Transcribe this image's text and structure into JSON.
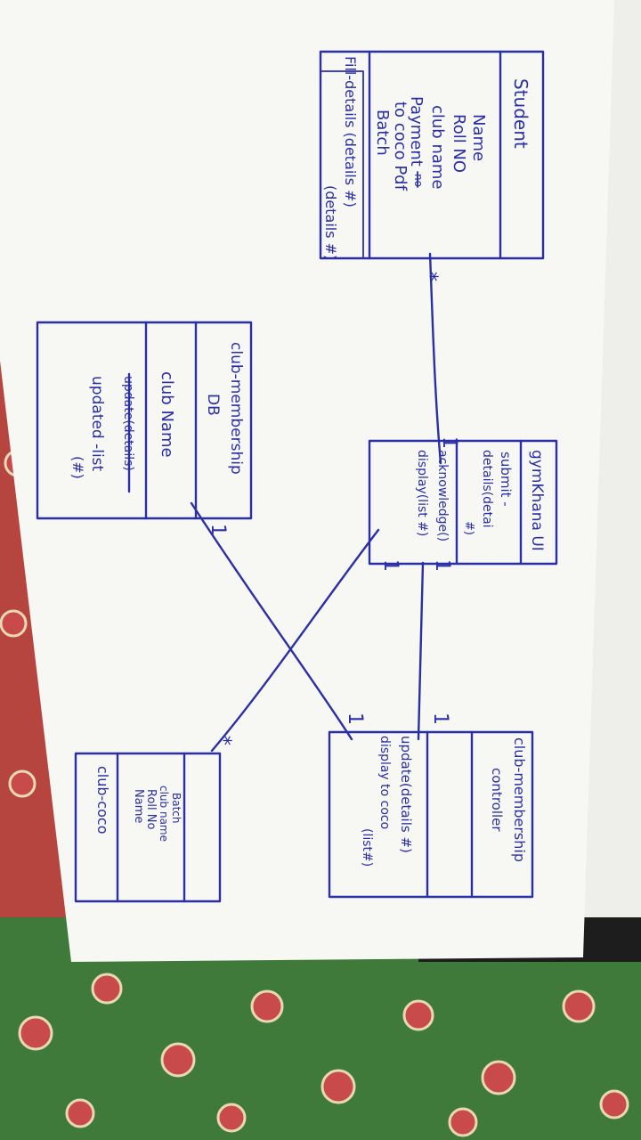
{
  "palette": {
    "ink": "#2a2fa6",
    "paper": "#f7f7f4",
    "carpet_red": "#b7453f",
    "carpet_green": "#3f7a3b",
    "carpet_cream": "#e8d9b5"
  },
  "classes": {
    "student": {
      "name": "Student",
      "attributes": [
        "Name",
        "Roll NO",
        "club name",
        "Payment ",
        "to coco Pdf",
        "Batch"
      ],
      "strike_attr": "no",
      "operation": "Fill-details (details #)"
    },
    "gymkhana_ui": {
      "name": "gymKhana UI",
      "operations": [
        "submit -",
        "details(detai",
        "#)",
        "acknowledge()",
        "display(list #)"
      ]
    },
    "club_membership_db": {
      "name": "club-membership",
      "name_line2": "DB",
      "attributes": [
        "club Name"
      ],
      "struck_operation": "update(details)",
      "operations": [
        "updated -list",
        "(#)"
      ]
    },
    "club_membership_controller": {
      "name": "club-membership",
      "name_line2": "controller",
      "operations": [
        "update(details #)",
        "display to coco",
        "(list#)"
      ]
    },
    "club_coco": {
      "name": "club-coco",
      "attributes": [
        "Name",
        "Roll No",
        "club name",
        "Batch"
      ]
    }
  },
  "multiplicities": {
    "student_end": "*",
    "ui_top": "1",
    "ui_left": "1",
    "ui_bottom": "1",
    "db_end": "1",
    "controller_left": "1",
    "controller_top": "1",
    "coco_end": "*"
  }
}
